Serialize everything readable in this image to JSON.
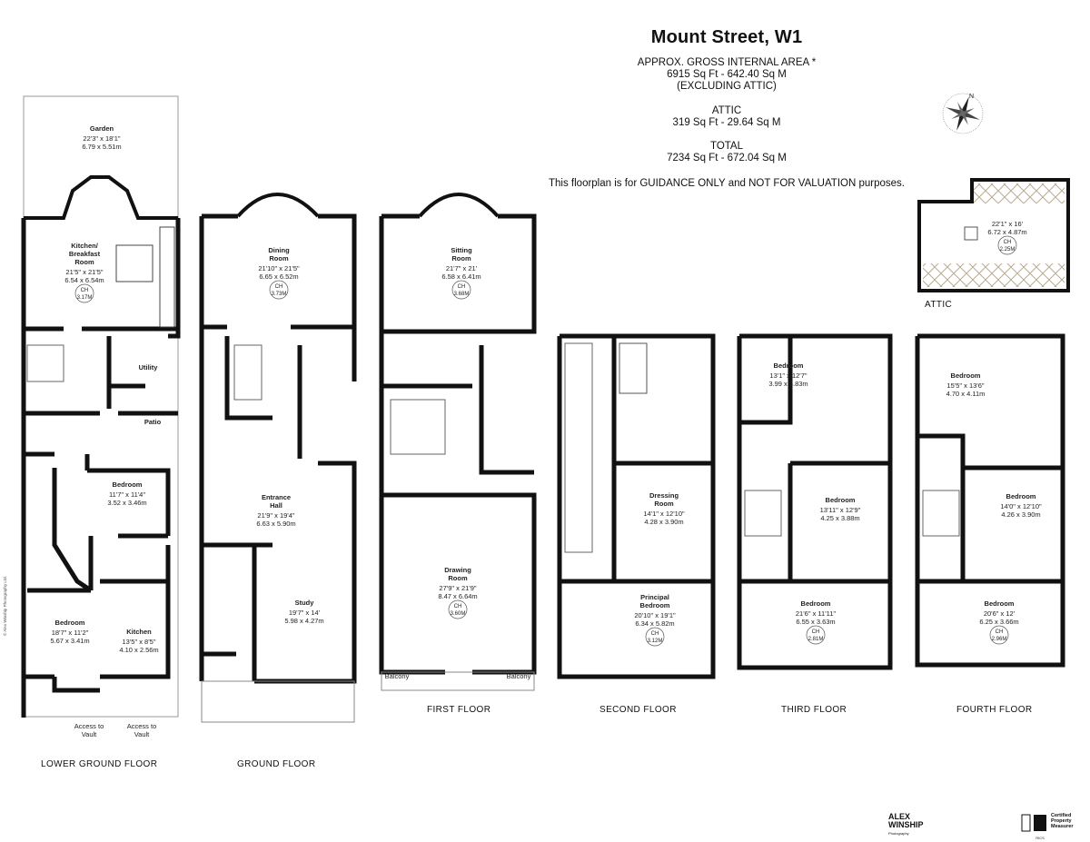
{
  "header": {
    "title": "Mount Street, W1",
    "gia_label": "APPROX. GROSS INTERNAL  AREA *",
    "gia_value": "6915 Sq Ft  -  642.40 Sq M",
    "gia_note": "(EXCLUDING ATTIC)",
    "attic_label": "ATTIC",
    "attic_value": "319 Sq Ft  -  29.64 Sq M",
    "total_label": "TOTAL",
    "total_value": "7234 Sq Ft  -  672.04 Sq M",
    "guidance": "This floorplan is for GUIDANCE ONLY and NOT FOR VALUATION purposes."
  },
  "compass_label": "N",
  "floor_labels": {
    "lower_ground": "LOWER GROUND FLOOR",
    "ground": "GROUND FLOOR",
    "first": "FIRST FLOOR",
    "second": "SECOND FLOOR",
    "third": "THIRD FLOOR",
    "fourth": "FOURTH FLOOR",
    "attic": "ATTIC"
  },
  "rooms": {
    "garden": {
      "name": "Garden",
      "dim_imp": "22'3\" x 18'1\"",
      "dim_met": "6.79 x 5.51m"
    },
    "kitchen_breakfast": {
      "name1": "Kitchen/",
      "name2": "Breakfast",
      "name3": "Room",
      "dim_imp": "21'5\" x 21'5\"",
      "dim_met": "6.54 x 6.54m",
      "ch_val": "3.17M"
    },
    "utility": {
      "name": "Utility"
    },
    "patio": {
      "name": "Patio"
    },
    "lg_bedroom_small": {
      "name": "Bedroom",
      "dim_imp": "11'7\" x 11'4\"",
      "dim_met": "3.52 x 3.46m"
    },
    "lg_bedroom_large": {
      "name": "Bedroom",
      "dim_imp": "18'7\" x 11'2\"",
      "dim_met": "5.67 x 3.41m"
    },
    "lg_kitchen": {
      "name": "Kitchen",
      "dim_imp": "13'5\" x 8'5\"",
      "dim_met": "4.10 x 2.56m"
    },
    "access1": {
      "l1": "Access to",
      "l2": "Vault"
    },
    "access2": {
      "l1": "Access to",
      "l2": "Vault"
    },
    "dining": {
      "name1": "Dining",
      "name2": "Room",
      "dim_imp": "21'10\" x 21'5\"",
      "dim_met": "6.65 x 6.52m",
      "ch_val": "3.73M"
    },
    "entrance_hall": {
      "name1": "Entrance",
      "name2": "Hall",
      "dim_imp": "21'9\" x 19'4\"",
      "dim_met": "6.63 x 5.90m"
    },
    "study": {
      "name": "Study",
      "dim_imp": "19'7\" x 14'",
      "dim_met": "5.98 x 4.27m"
    },
    "sitting": {
      "name1": "Sitting",
      "name2": "Room",
      "dim_imp": "21'7\" x 21'",
      "dim_met": "6.58 x 6.41m",
      "ch_val": "3.68M"
    },
    "drawing": {
      "name1": "Drawing",
      "name2": "Room",
      "dim_imp": "27'9\" x 21'9\"",
      "dim_met": "8.47 x 6.64m",
      "ch_val": "3.60M"
    },
    "balcony_left": {
      "name": "Balcony"
    },
    "balcony_right": {
      "name": "Balcony"
    },
    "dressing": {
      "name1": "Dressing",
      "name2": "Room",
      "dim_imp": "14'1\" x 12'10\"",
      "dim_met": "4.28 x 3.90m"
    },
    "principal": {
      "name1": "Principal",
      "name2": "Bedroom",
      "dim_imp": "20'10\" x 19'1\"",
      "dim_met": "6.34 x 5.82m",
      "ch_val": "3.12M"
    },
    "t_bed_top": {
      "name": "Bedroom",
      "dim_imp": "13'1\" x 12'7\"",
      "dim_met": "3.99 x 3.83m"
    },
    "t_bed_mid": {
      "name": "Bedroom",
      "dim_imp": "13'11\" x 12'9\"",
      "dim_met": "4.25 x 3.88m"
    },
    "t_bed_bot": {
      "name": "Bedroom",
      "dim_imp": "21'6\" x 11'11\"",
      "dim_met": "6.55 x 3.63m",
      "ch_val": "2.81M"
    },
    "f_bed_top": {
      "name": "Bedroom",
      "dim_imp": "15'5\" x 13'6\"",
      "dim_met": "4.70 x 4.11m"
    },
    "f_bed_mid": {
      "name": "Bedroom",
      "dim_imp": "14'0\" x 12'10\"",
      "dim_met": "4.26 x 3.90m"
    },
    "f_bed_bot": {
      "name": "Bedroom",
      "dim_imp": "20'6\" x 12'",
      "dim_met": "6.25 x 3.66m",
      "ch_val": "2.96M"
    },
    "attic_room": {
      "dim_imp": "22'1\" x 16'",
      "dim_met": "6.72 x 4.87m",
      "ch_val": "2.25M"
    }
  },
  "ch_prefix": "CH",
  "footer": {
    "credit": "© Alex Winship Photography Ltd.",
    "brand1": "ALEX",
    "brand2": "WINSHIP",
    "brand_sub": "Photography",
    "cert1": "Certified",
    "cert2": "Property",
    "cert3": "Measurer",
    "rics": "RICS"
  }
}
